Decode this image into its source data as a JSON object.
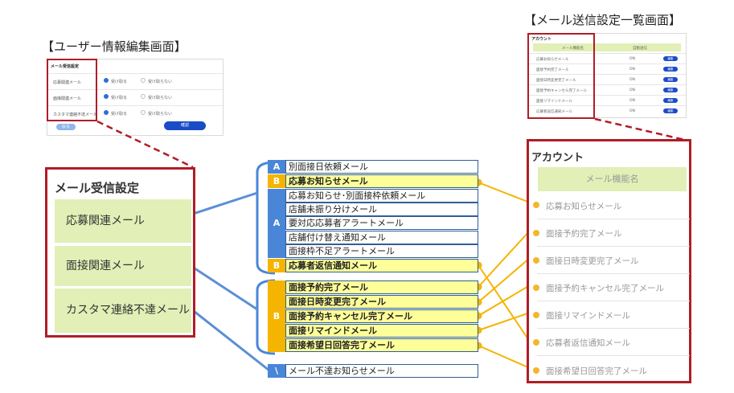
{
  "left_heading": "【ユーザー情報編集画面】",
  "right_heading": "【メール送信設定一覧画面】",
  "mini_user": {
    "title": "メール受信設定",
    "rows": [
      {
        "label": "応募関連メール",
        "opt_on": "受け取る",
        "opt_off": "受け取らない"
      },
      {
        "label": "面接関連メール",
        "opt_on": "受け取る",
        "opt_off": "受け取らない"
      },
      {
        "label": "カスタマ連絡不達メール",
        "opt_on": "受け取る",
        "opt_off": "受け取らない"
      }
    ],
    "back_label": "戻る",
    "confirm_label": "確認"
  },
  "mini_list": {
    "title": "アカウント",
    "col_name": "メール機能名",
    "col_auto": "自動送信",
    "rows": [
      {
        "name": "応募お知らせメール",
        "status": "ON",
        "btn": "編集"
      },
      {
        "name": "面接予約完了メール",
        "status": "ON",
        "btn": "編集"
      },
      {
        "name": "面接日時変更完了メール",
        "status": "ON",
        "btn": "編集"
      },
      {
        "name": "面接予約キャンセル完了メール",
        "status": "ON",
        "btn": "編集"
      },
      {
        "name": "面接リマインドメール",
        "status": "ON",
        "btn": "編集"
      },
      {
        "name": "応募者返信通知メール",
        "status": "ON",
        "btn": "編集"
      }
    ]
  },
  "zoom_user": {
    "title": "メール受信設定",
    "items": [
      "応募関連メール",
      "面接関連メール",
      "カスタマ連絡不達メール"
    ]
  },
  "mail_list": {
    "rows": [
      {
        "text": "別面接日依頼メール",
        "hl": false
      },
      {
        "text": "応募お知らせメール",
        "hl": true
      },
      {
        "text": "応募お知らせ･別面接枠依頼メール",
        "hl": false
      },
      {
        "text": "店舗未振り分けメール",
        "hl": false
      },
      {
        "text": "要対応応募者アラートメール",
        "hl": false
      },
      {
        "text": "店舗付け替え通知メール",
        "hl": false
      },
      {
        "text": "面接枠不足アラートメール",
        "hl": false
      },
      {
        "text": "応募者返信通知メール",
        "hl": true
      },
      {
        "text": "面接予約完了メール",
        "hl": true
      },
      {
        "text": "面接日時変更完了メール",
        "hl": true
      },
      {
        "text": "面接予約キャンセル完了メール",
        "hl": true
      },
      {
        "text": "面接リマインドメール",
        "hl": true
      },
      {
        "text": "面接希望日回答完了メール",
        "hl": true
      },
      {
        "text": "メール不達お知らせメール",
        "hl": false
      }
    ],
    "tags": [
      "A",
      "B",
      "A",
      "B",
      "B",
      "\\"
    ]
  },
  "zoom_list": {
    "title": "アカウント",
    "header": "メール機能名",
    "items": [
      "応募お知らせメール",
      "面接予約完了メール",
      "面接日時変更完了メール",
      "面接予約キャンセル完了メール",
      "面接リマインドメール",
      "応募者返信通知メール",
      "面接希望日回答完了メール"
    ]
  },
  "colors": {
    "red": "#b01d26",
    "blue": "#4a86d8",
    "orange": "#f5b400",
    "green": "#e2efb6",
    "highlight": "#ffff99"
  }
}
